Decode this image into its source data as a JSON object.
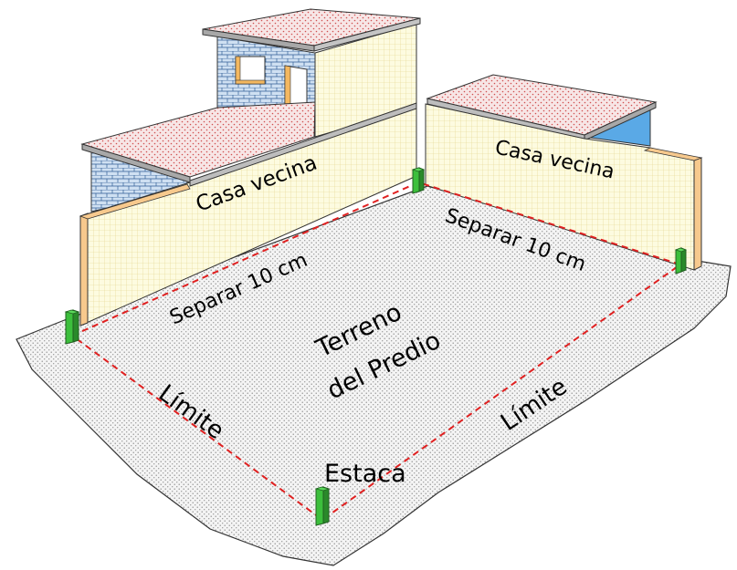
{
  "labels": {
    "casa_vecina_left": "Casa vecina",
    "casa_vecina_right": "Casa vecina",
    "separar_left": "Separar 10 cm",
    "separar_right": "Separar 10 cm",
    "terreno_line1": "Terreno",
    "terreno_line2": "del Predio",
    "limite_left": "Límite",
    "limite_right": "Límite",
    "estaca": "Estaca"
  },
  "colors": {
    "wall_fill": "#fdfbe0",
    "wall_grid": "#e8d88a",
    "roof_fill": "#f6e2e2",
    "roof_dots": "#d45a5a",
    "brick_fill": "#c9dcef",
    "brick_lines": "#2f5d95",
    "ground_fill": "#f2f2f2",
    "ground_dots": "#8a8a8a",
    "boundary": "#e02020",
    "stake": "#3cbf3c",
    "edge_orange": "#f7c98d",
    "sky_blue": "#5aa9e6"
  }
}
